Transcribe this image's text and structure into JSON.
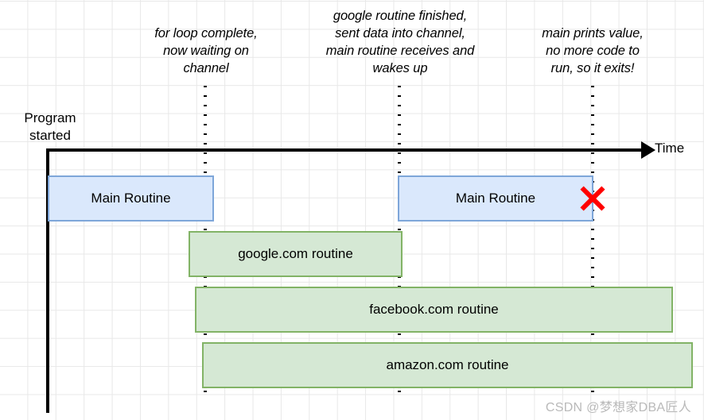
{
  "diagram": {
    "title_axis": "Time",
    "origin_label": "Program\nstarted",
    "annotations": [
      {
        "id": "for-loop-complete",
        "text": "for loop complete,\nnow waiting on\nchannel"
      },
      {
        "id": "google-finished",
        "text": "google routine finished,\nsent data into channel,\nmain routine receives and\nwakes up"
      },
      {
        "id": "main-exits",
        "text": "main prints value,\nno more code to\nrun, so it exits!"
      }
    ],
    "boxes": [
      {
        "id": "main-routine-1",
        "label": "Main Routine",
        "color": "#dae8fc",
        "border": "#7ea6d9"
      },
      {
        "id": "main-routine-2",
        "label": "Main Routine",
        "color": "#dae8fc",
        "border": "#7ea6d9"
      },
      {
        "id": "google-routine",
        "label": "google.com routine",
        "color": "#d5e8d4",
        "border": "#82b366"
      },
      {
        "id": "facebook-routine",
        "label": "facebook.com routine",
        "color": "#d5e8d4",
        "border": "#82b366"
      },
      {
        "id": "amazon-routine",
        "label": "amazon.com routine",
        "color": "#d5e8d4",
        "border": "#82b366"
      }
    ],
    "markers": {
      "exit_x_color": "#ff0000"
    },
    "watermark": "CSDN @梦想家DBA匠人"
  }
}
